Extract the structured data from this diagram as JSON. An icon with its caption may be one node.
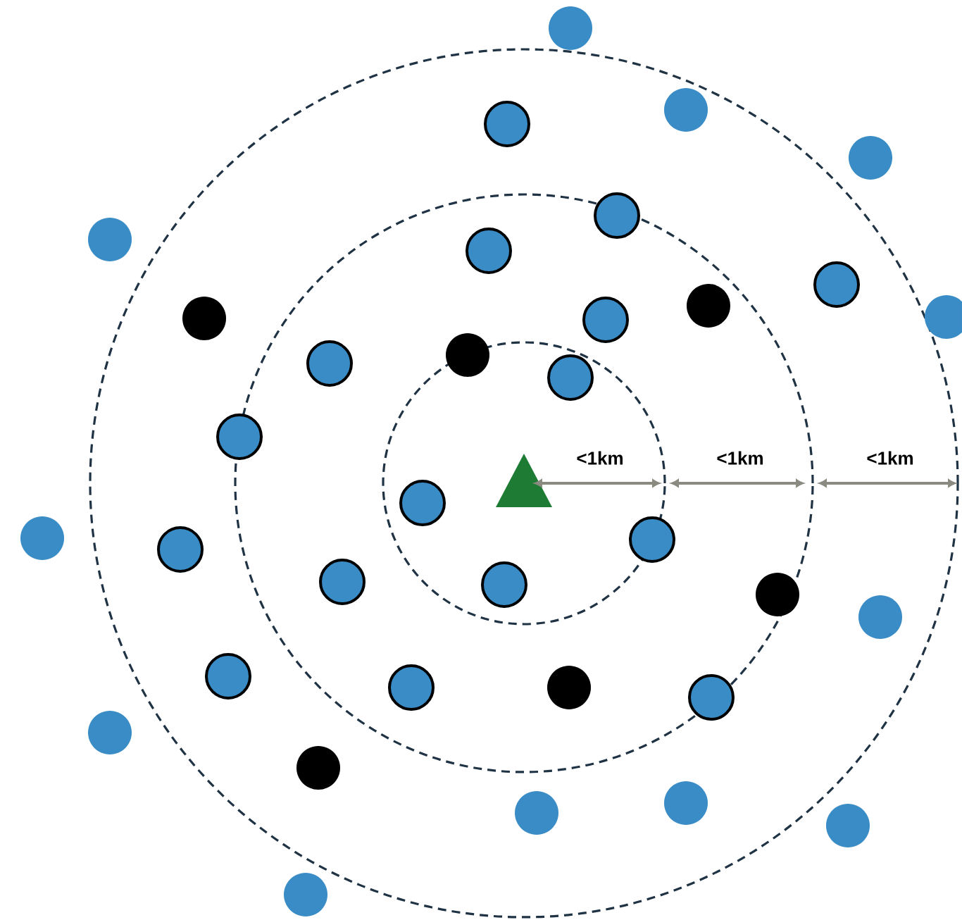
{
  "diagram": {
    "labels": [
      "<1km",
      "<1km",
      "<1km"
    ]
  }
}
